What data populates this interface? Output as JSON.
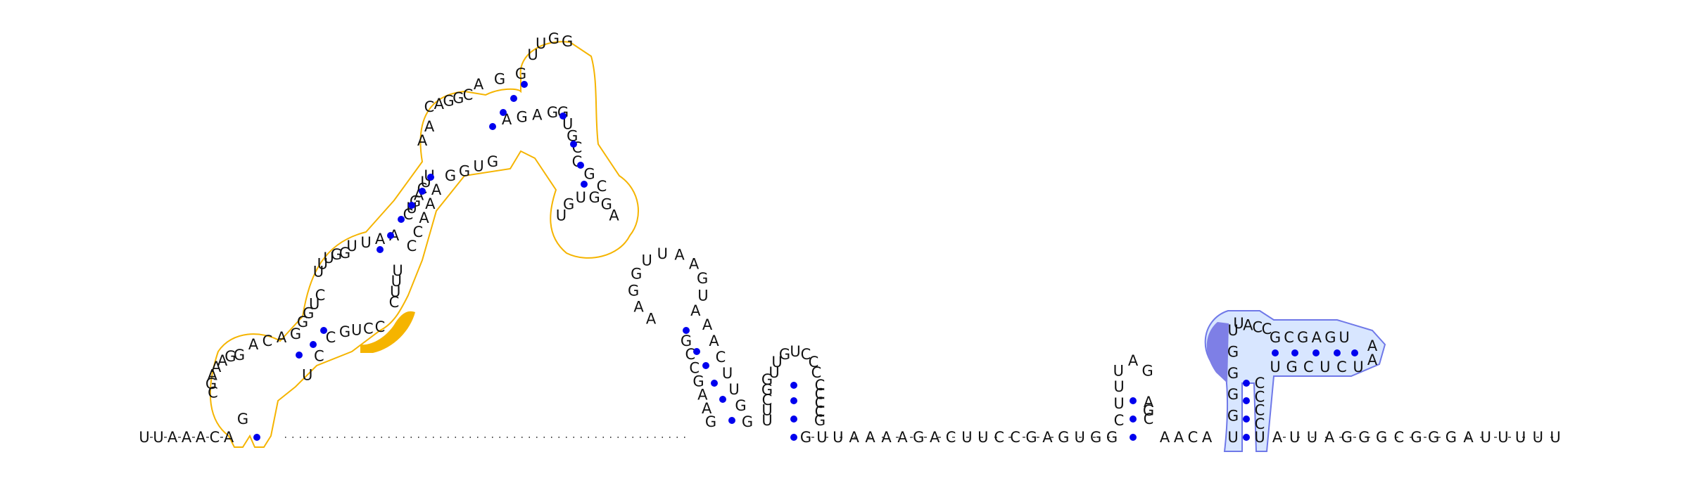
{
  "molecule": {
    "backbone_3prime": "UUAAACA",
    "hairpin1": {
      "strand_5prime": "GCGAAAGGACAGGGUCUUUGGUUAACUGACUUAACAGGCAGGUUGG",
      "loop": "UGUGGA",
      "strand_3prime": "CGCCGUGGAGAGUGGAAACCUUUCCCUGCCU"
    },
    "hairpin2": {
      "stem_5prime": "GAAGCCG",
      "loop": "AAGGUUAAGUA",
      "stem_3prime": "AACUUGG"
    },
    "hairpin3": {
      "stem_5prime": "UUCGG",
      "loop": "UUGUCCC",
      "stem_3prime": "CCCCG"
    },
    "linker": "GUUAAAAGACUUCCGAGUGG",
    "hairpin4": {
      "stem_5prime": "CUU",
      "loop": "UAG",
      "stem_3prime": "AGC"
    },
    "linker2": "AACA",
    "hairpin5": {
      "stem_5prime": "UGGGGU",
      "loop_5prime": "UACC",
      "stem2_5prime": "GCGAGU",
      "loop2": "AA",
      "stem2_3prime": "UCUCGU",
      "stem_3prime": "CCCCU"
    },
    "tail": "AUUAGGGCGGGAUUUUU"
  },
  "colors": {
    "base_text": "#111111",
    "base_pair_dot": "#0000ee",
    "highlight_orange": "#f5b400",
    "highlight_orange_fill": "#f5b400",
    "highlight_blue": "#6f78e8",
    "highlight_blue_fill": "#d8e6ff",
    "highlight_blue_strong": "#7e7fe6"
  }
}
